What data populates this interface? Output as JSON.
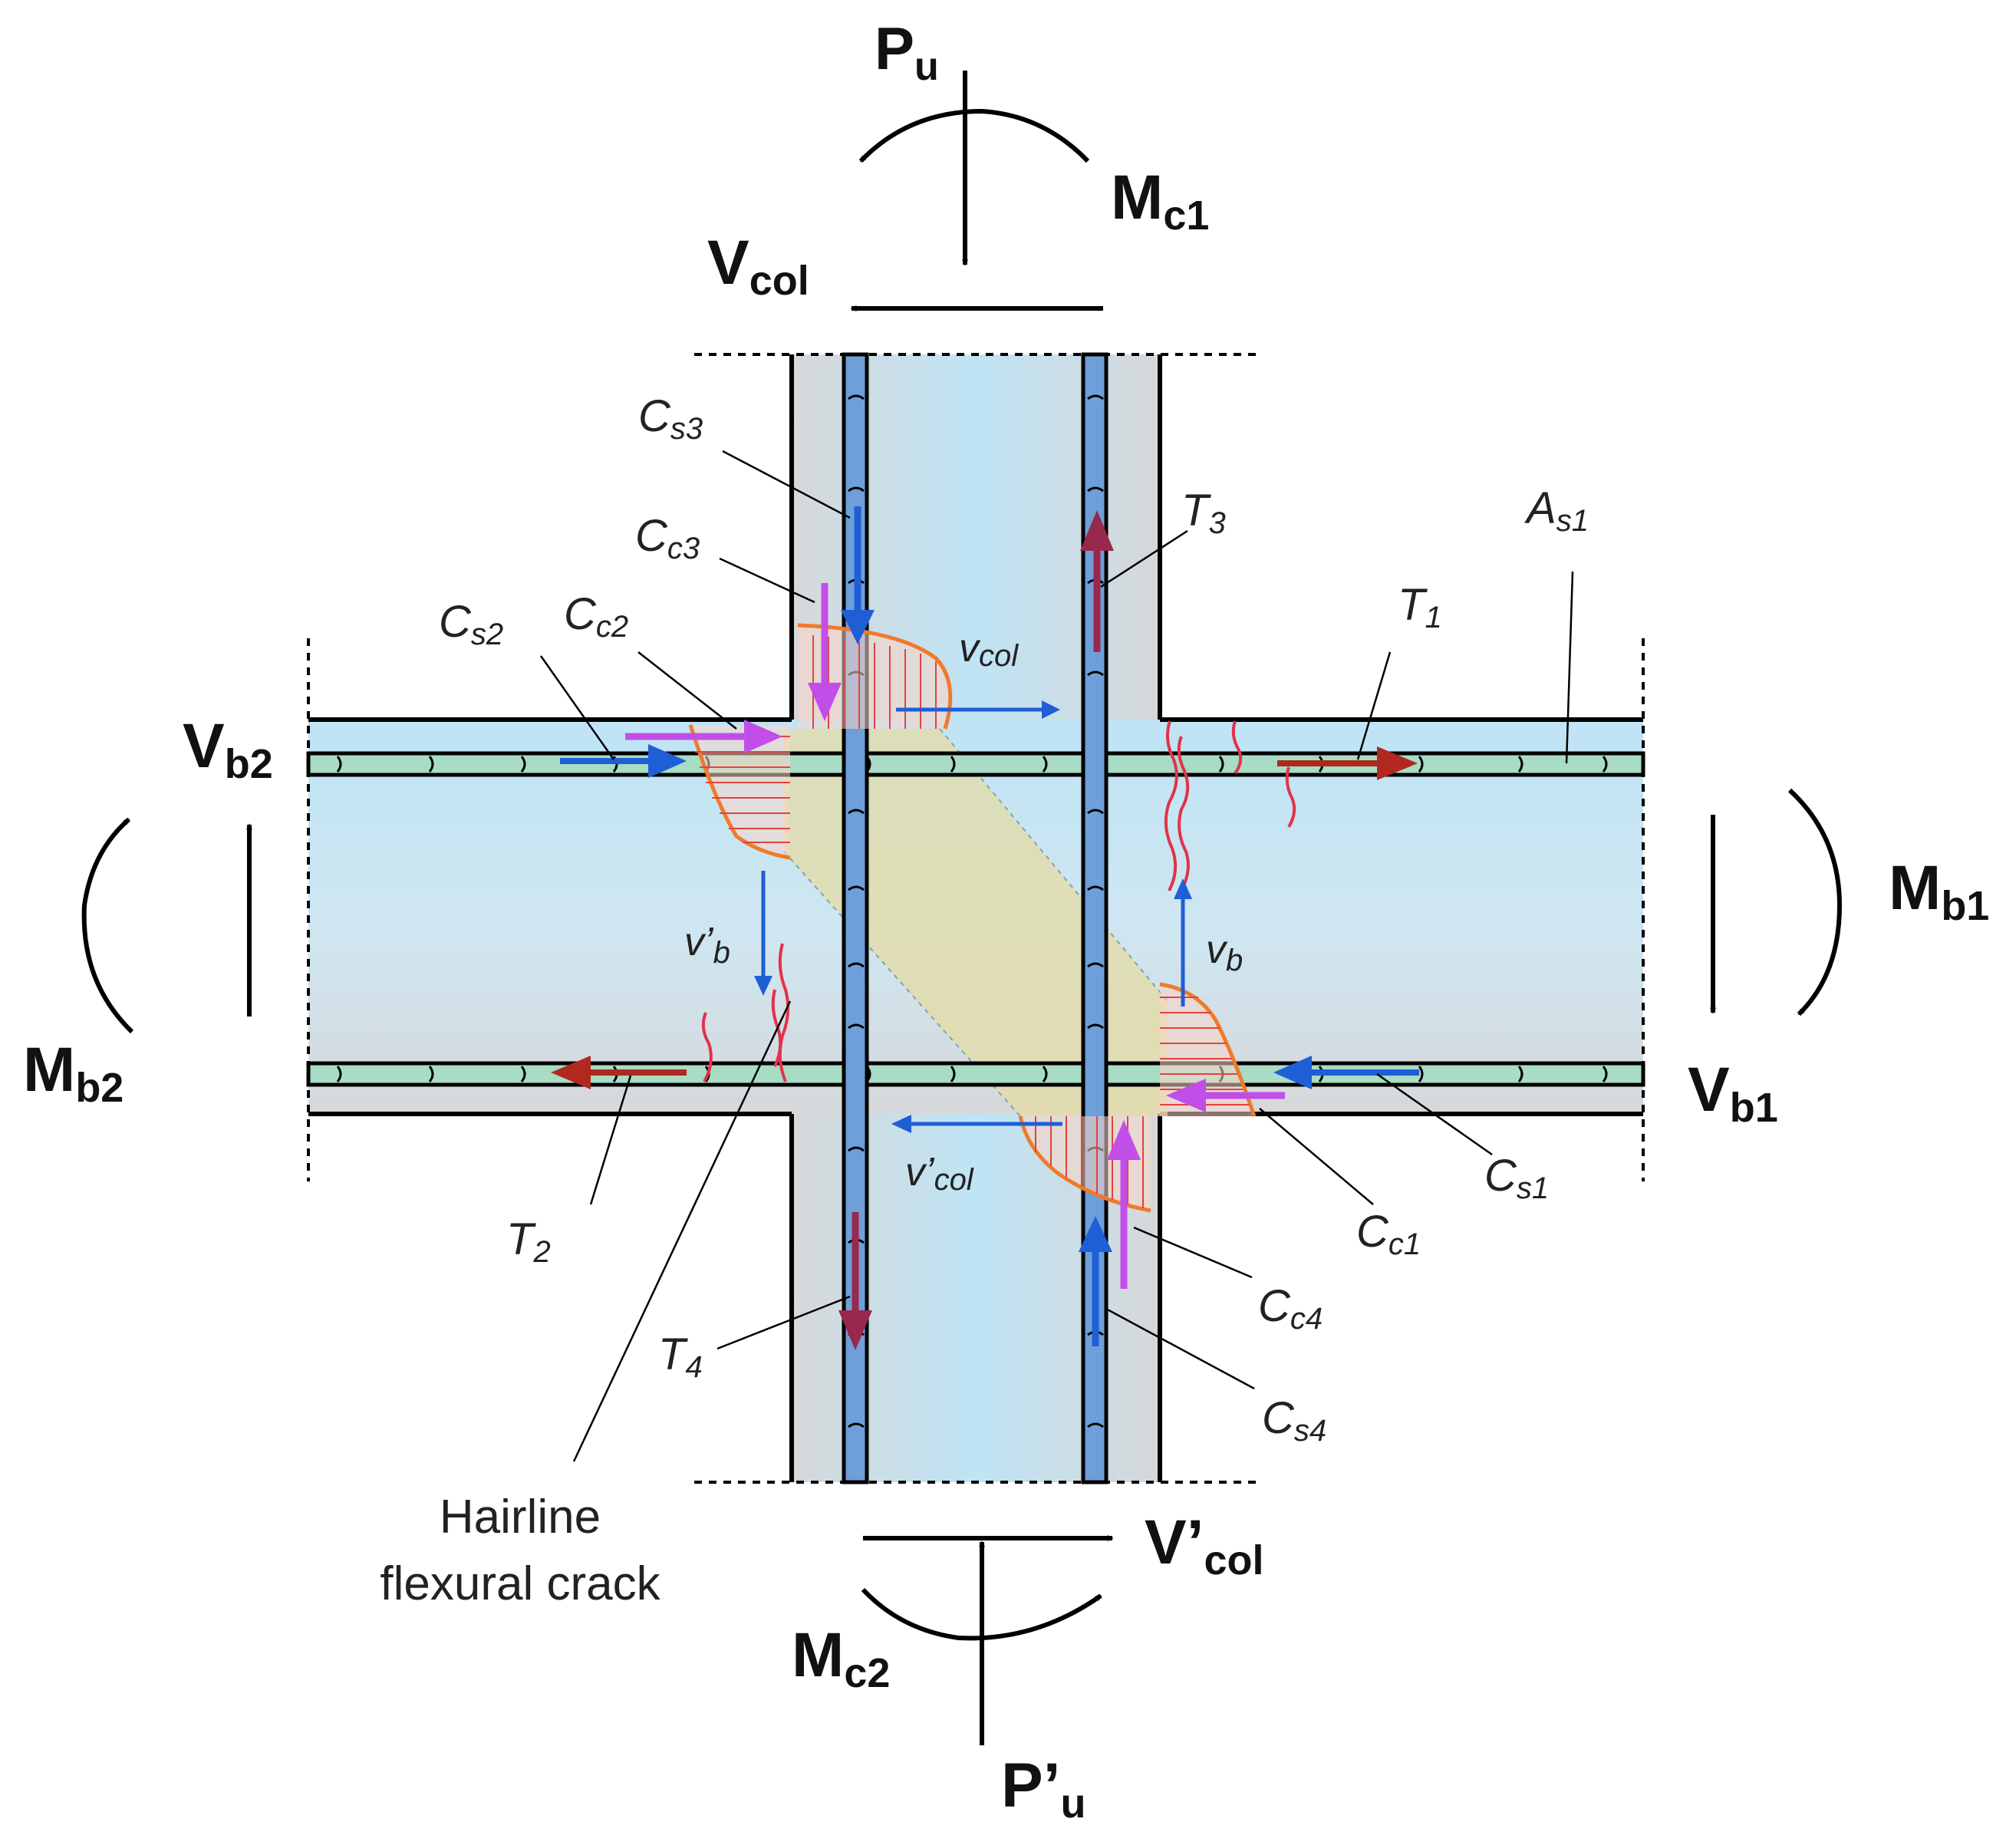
{
  "external_loads": {
    "Pu": {
      "main": "P",
      "sub": "u"
    },
    "Mc1": {
      "main": "M",
      "sub": "c1"
    },
    "Vcol": {
      "main": "V",
      "sub": "col"
    },
    "Vb2": {
      "main": "V",
      "sub": "b2"
    },
    "Mb2": {
      "main": "M",
      "sub": "b2"
    },
    "Mb1": {
      "main": "M",
      "sub": "b1"
    },
    "Vb1": {
      "main": "V",
      "sub": "b1"
    },
    "Vcol_prime": {
      "main": "V’",
      "sub": "col"
    },
    "Mc2": {
      "main": "M",
      "sub": "c2"
    },
    "Pu_prime": {
      "main": "P’",
      "sub": "u"
    }
  },
  "internal_forces": {
    "Cs3": {
      "main": "C",
      "sub": "s3"
    },
    "Cc3": {
      "main": "C",
      "sub": "c3"
    },
    "T3": {
      "main": "T",
      "sub": "3"
    },
    "As1": {
      "main": "A",
      "sub": "s1"
    },
    "T1": {
      "main": "T",
      "sub": "1"
    },
    "Cs2": {
      "main": "C",
      "sub": "s2"
    },
    "Cc2": {
      "main": "C",
      "sub": "c2"
    },
    "vcol": {
      "main": "v",
      "sub": "col"
    },
    "vb_prime": {
      "main": "v’",
      "sub": "b"
    },
    "vb": {
      "main": "v",
      "sub": "b"
    },
    "vcol_prime": {
      "main": "v’",
      "sub": "col"
    },
    "T2": {
      "main": "T",
      "sub": "2"
    },
    "T4": {
      "main": "T",
      "sub": "4"
    },
    "Cs1": {
      "main": "C",
      "sub": "s1"
    },
    "Cc1": {
      "main": "C",
      "sub": "c1"
    },
    "Cc4": {
      "main": "C",
      "sub": "c4"
    },
    "Cs4": {
      "main": "C",
      "sub": "s4"
    }
  },
  "annotation": {
    "crack_line1": "Hairline",
    "crack_line2": "flexural crack"
  },
  "colors": {
    "outline": "#000000",
    "concrete_light": "#c8e8f6",
    "concrete_grey": "#d3d7da",
    "rebar_horizontal": "#a8dcc4",
    "rebar_vertical": "#6f9fd8",
    "compression_zone": "#f07a2a",
    "strut": "#e6dca0",
    "blue_arrow": "#1f5fd6",
    "magenta_arrow": "#c24ee8",
    "red_arrow": "#b0281e",
    "maroon_arrow": "#98284c",
    "crack": "#e2324a"
  }
}
